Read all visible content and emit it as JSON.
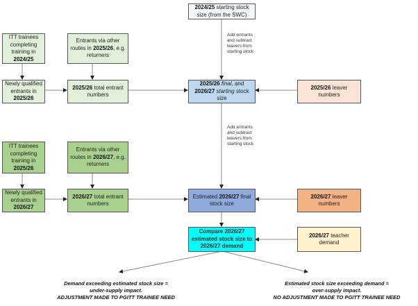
{
  "start": {
    "year": "2024/25",
    "text": " starting stock size (from the SWC)"
  },
  "note1": "Add entrants and subtract leavers from starting stock",
  "note2": "Add entrants and subtract leavers from starting stock",
  "row1": {
    "itt": {
      "pre": "ITT trainees completing training in ",
      "year": "2024/25"
    },
    "other": {
      "pre": "Entrants via other routes in ",
      "year": "2025/26",
      "post": ", e.g. returners"
    },
    "nq": {
      "pre": "Newly qualified entrants in ",
      "year": "2025/26"
    },
    "total": {
      "year": "2025/26",
      "post": " total entrant numbers"
    },
    "stock": {
      "y1": "2025/26",
      "final": "final",
      "and": ", and",
      "y2": "2026/27",
      "starting": "starting",
      "post": " stock size"
    },
    "leaver": {
      "year": "2025/26",
      "post": " leaver numbers"
    }
  },
  "row2": {
    "itt": {
      "pre": "ITT trainees completing training in ",
      "year": "2025/26"
    },
    "other": {
      "pre": "Entrants via other routes in ",
      "year": "2026/27",
      "post": ", e.g. returners"
    },
    "nq": {
      "pre": "Newly qualified entrants in ",
      "year": "2026/27"
    },
    "total": {
      "year": "2026/27",
      "post": " total entrant numbers"
    },
    "stock": {
      "pre": "Estimated ",
      "year": "2026/27",
      "post": " final stock size"
    },
    "leaver": {
      "year": "2026/27",
      "post": " leaver numbers"
    }
  },
  "compare": "Compare 2026/27 estimated stock size to 2026/27 demand",
  "demand": {
    "year": "2026/27",
    "post": " teacher demand"
  },
  "outcome_left": {
    "line1": "Demand exceeding estimated stock size = under-supply impact.",
    "line2": "ADJUSTMENT MADE TO PGITT TRAINEE NEED"
  },
  "outcome_right": {
    "line1": "Estimated stock size exceeding demand = over-supply impact.",
    "line2": "NO ADJUSTMENT MADE TO PGITT TRAINEE NEED"
  },
  "colors": {
    "start": "#f2f7fc",
    "lightgreen": "#e2efd9",
    "green": "#a9d18e",
    "stock1": "#bdd7ee",
    "stock2": "#8faadc",
    "leaver1": "#fbe4d5",
    "leaver2": "#f4b183",
    "compare": "#00ffff",
    "demand": "#fff2cc"
  }
}
